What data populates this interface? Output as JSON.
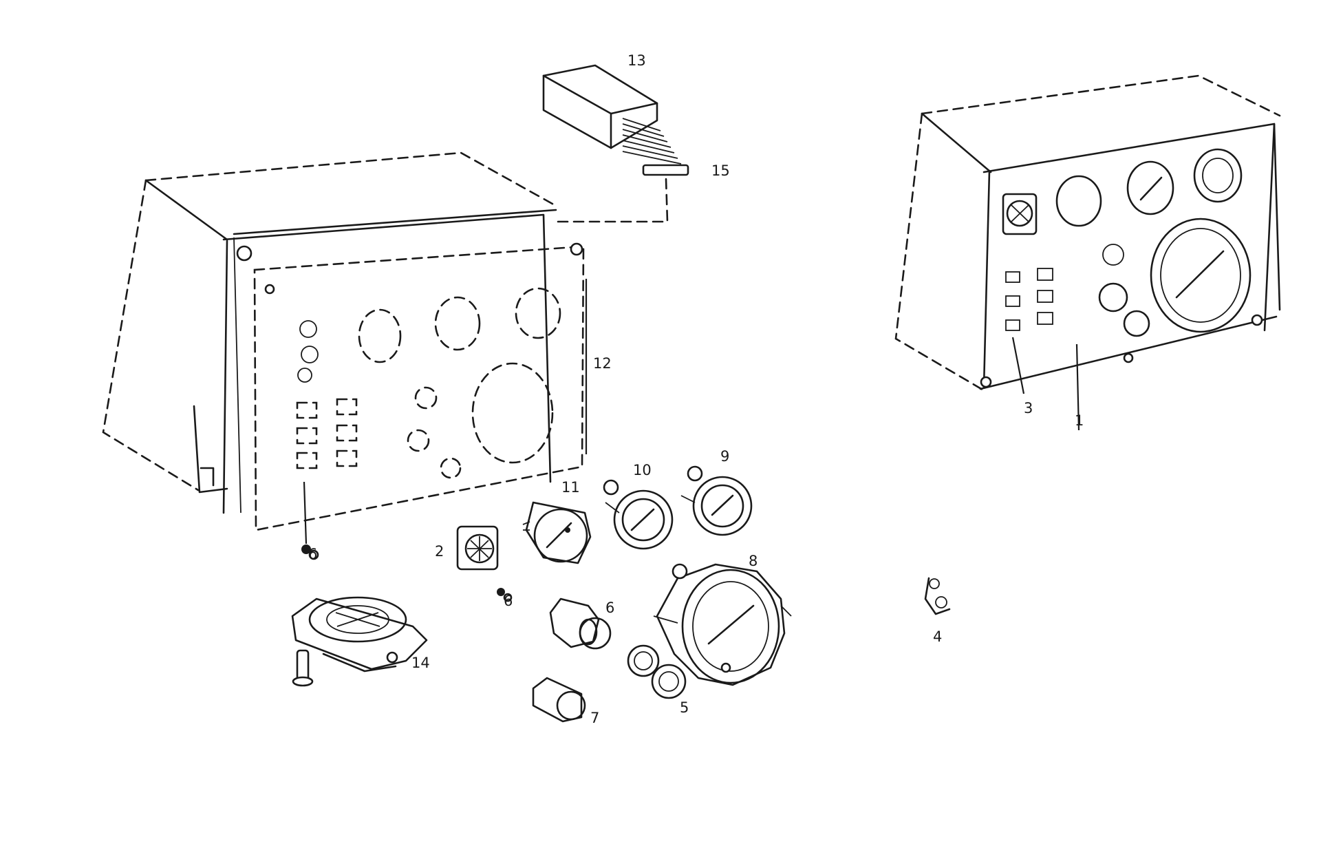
{
  "callouts": {
    "c1": "1",
    "c2": "2",
    "c3": "3",
    "c4": "4",
    "c5": "5",
    "c6": "6",
    "c7": "7",
    "c8": "8",
    "c9": "9",
    "c10": "10",
    "c11": "11",
    "c12": "12",
    "c13": "13",
    "c14": "14",
    "c15": "15",
    "c16": "6",
    "c17": "6"
  },
  "colors": {
    "line": "#1a1a1a",
    "background": "#ffffff"
  }
}
